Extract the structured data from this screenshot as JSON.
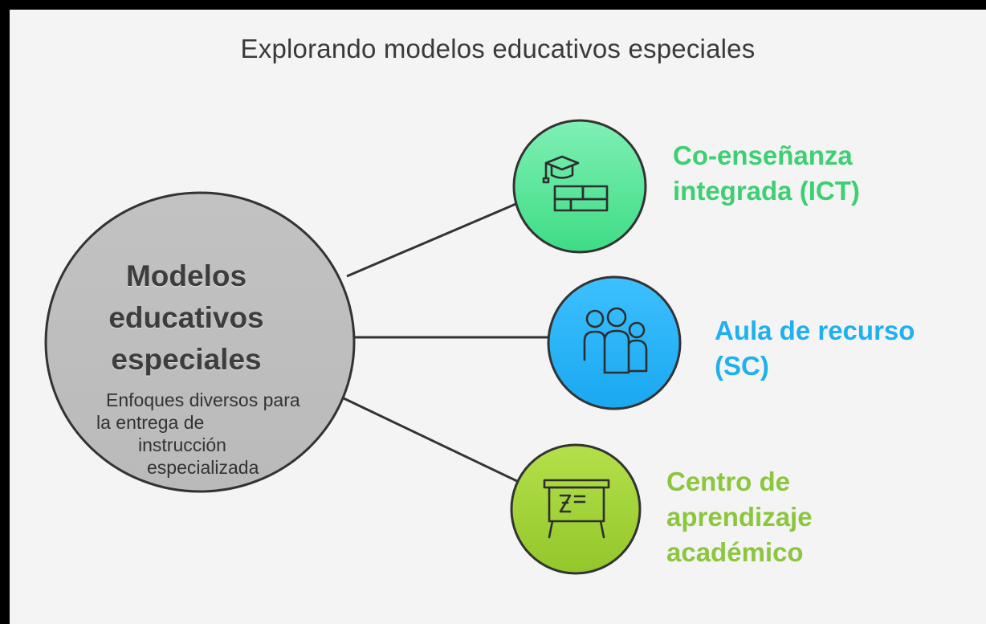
{
  "title": "Explorando modelos educativos especiales",
  "center": {
    "title_lines": [
      "Modelos",
      "educativos",
      "especiales"
    ],
    "description_lines": [
      "Enfoques diversos para",
      "la entrega de",
      "instrucción",
      "especializada"
    ]
  },
  "branches": [
    {
      "label_lines": [
        "Co-enseñanza",
        "integrada (ICT)"
      ],
      "color": "#3ecf72",
      "circle_color": "#44d98a",
      "icon": "graduation-cap-blocks-icon"
    },
    {
      "label_lines": [
        "Aula de recurso",
        "(SC)"
      ],
      "color": "#1fb0ef",
      "circle_color": "#29b6f6",
      "icon": "group-of-people-icon"
    },
    {
      "label_lines": [
        "Centro de",
        "aprendizaje",
        "académico"
      ],
      "color": "#8cc63f",
      "circle_color": "#9ccc33",
      "icon": "whiteboard-easel-icon"
    }
  ]
}
